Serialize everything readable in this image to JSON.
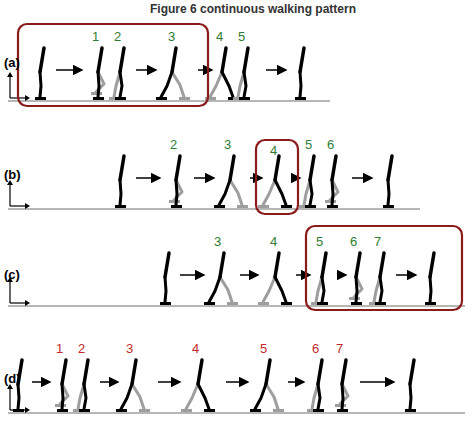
{
  "diagram": {
    "title": "Figure 6 continuous walking pattern",
    "labels": [
      "(a)",
      "1",
      "2",
      "3",
      "4",
      "5",
      "(b)",
      "2",
      "3",
      "4",
      "5",
      "6",
      "(c)",
      "3",
      "4",
      "5",
      "6",
      "7",
      "(d)",
      "1",
      "2",
      "3",
      "4",
      "5",
      "6",
      "7"
    ]
  }
}
